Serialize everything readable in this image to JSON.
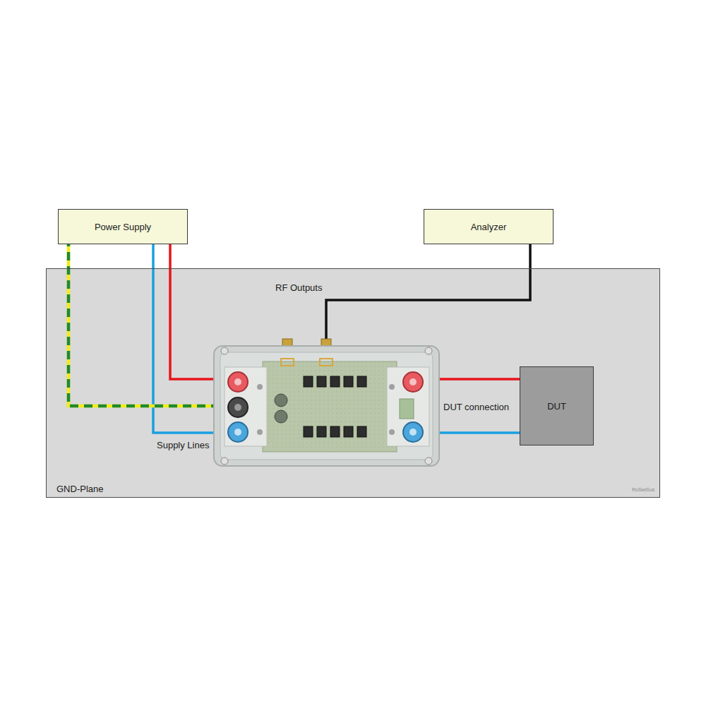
{
  "diagram": {
    "nodes": [
      {
        "text": [
          "Power Supply"
        ]
      },
      {
        "text": [
          "Analyzer"
        ]
      },
      {
        "text": [
          "GND-Plane"
        ]
      },
      {
        "text": [
          "DUT"
        ],
        "in": 2
      }
    ],
    "labels": [
      "RF Outputs",
      "Supply Lines",
      "DUT connection",
      "RoSwiSus"
    ]
  }
}
